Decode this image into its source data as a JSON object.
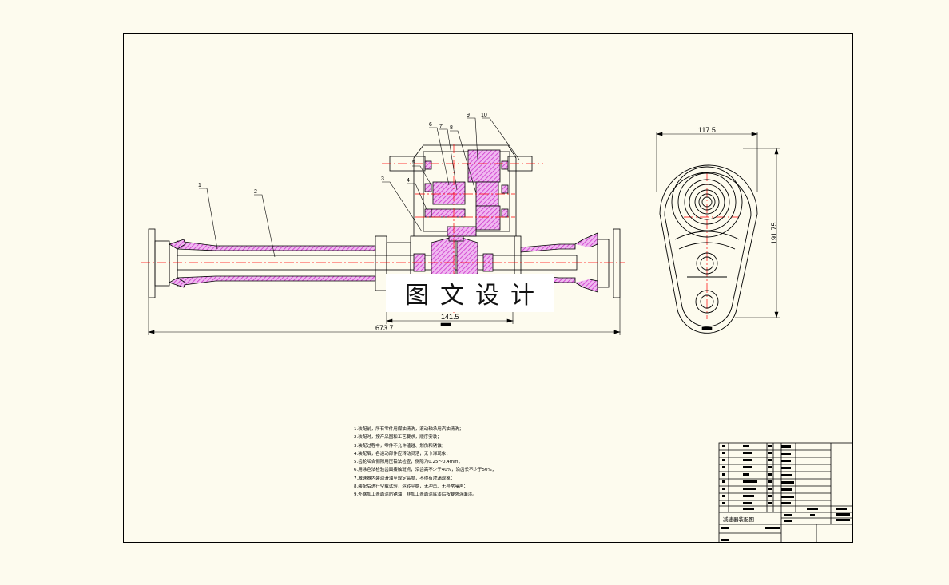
{
  "drawing": {
    "dimensions": {
      "overall_length": "673.7",
      "housing_width": "141.5",
      "flange_width": "117.5",
      "flange_height": "191.75"
    },
    "part_balloons": [
      "1",
      "2",
      "3",
      "4",
      "5",
      "6",
      "7",
      "8",
      "9",
      "10"
    ],
    "watermark": "图文设计"
  },
  "technical_notes": [
    "1.装配前，所有零件用煤油清洗，滚动轴承用汽油清洗；",
    "2.装配时，按产品图和工艺要求，顺序安装；",
    "3.装配过程中，零件不允许磕碰、划伤和锈蚀；",
    "4.装配后，各运动部件应转动灵活，无卡滞现象；",
    "5.齿轮啮合侧隙用压铅法检查，侧隙为0.25～0.4mm；",
    "6.用涂色法检验齿面接触斑点，沿齿高不少于40%，沿齿长不少于50%；",
    "7.减速器内装润滑油至规定高度，不得有渗漏现象；",
    "8.装配后进行空载试验，运转平稳，无冲击、无异常噪声；",
    "9.外露加工表面涂防锈油，非加工表面涂底漆后按要求涂面漆。"
  ],
  "title_block": {
    "drawing_title": "减速器装配图"
  },
  "colors": {
    "paper": "#fdfbee",
    "line": "#000000",
    "section_hatch": "#cc33cc",
    "center_line": "#ff0000"
  }
}
